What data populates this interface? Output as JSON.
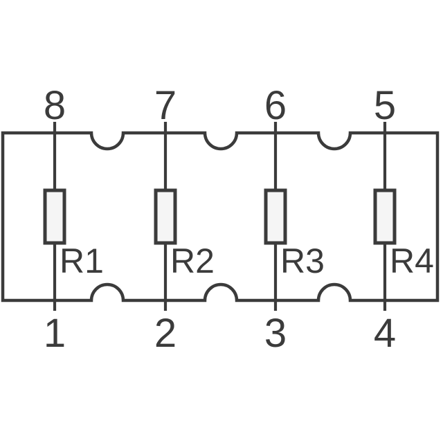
{
  "schematic": {
    "pins_top": [
      "8",
      "7",
      "6",
      "5"
    ],
    "pins_bottom": [
      "1",
      "2",
      "3",
      "4"
    ],
    "resistors": [
      "R1",
      "R2",
      "R3",
      "R4"
    ],
    "colors": {
      "line": "#3b3b3b",
      "text": "#3b3b3b",
      "resistor_fill": "#f5f5f5",
      "background": "#ffffff"
    }
  }
}
